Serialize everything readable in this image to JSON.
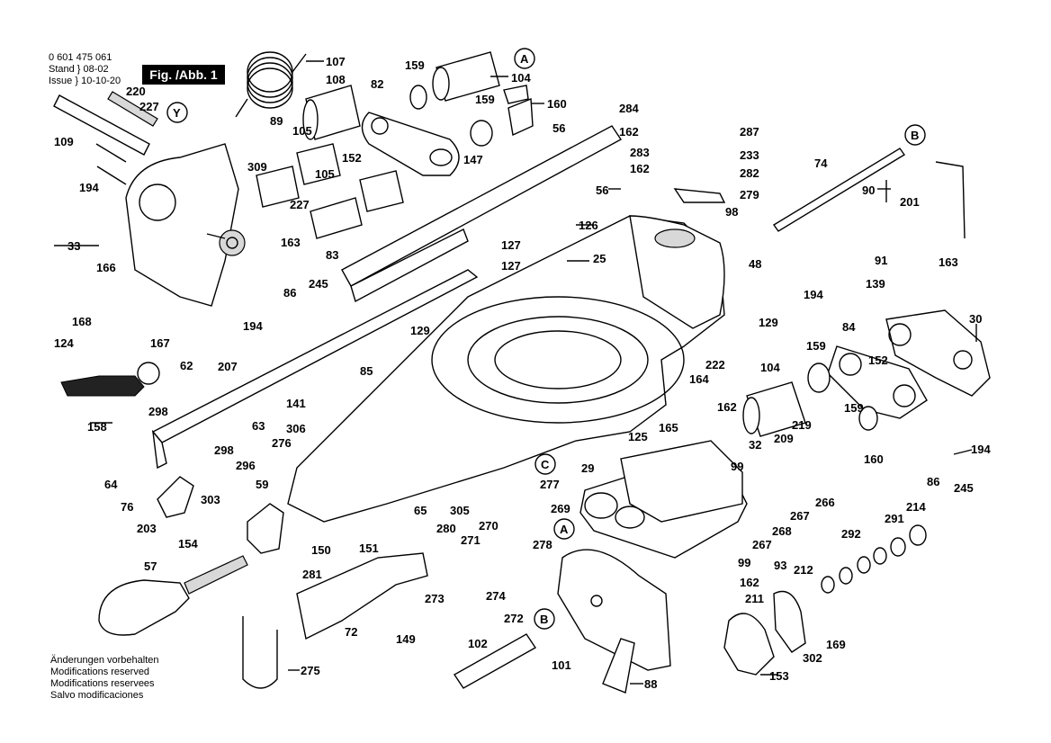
{
  "header": {
    "part_number": "0 601 475 061",
    "stand_line": "Stand } 08-02",
    "issue_line": "Issue } 10-10-20",
    "figure_label": "Fig. /Abb. 1"
  },
  "footer": {
    "line1": "Änderungen vorbehalten",
    "line2": "Modifications reserved",
    "line3": "Modifications reservees",
    "line4": "Salvo modificaciones"
  },
  "labels": {
    "l107": "107",
    "l159a": "159",
    "l104a": "104",
    "lA1": "A",
    "l220": "220",
    "l227a": "227",
    "lYa": "Y",
    "l108": "108",
    "l82": "82",
    "l159b": "159",
    "l160a": "160",
    "l89": "89",
    "l56a": "56",
    "l109": "109",
    "l105a": "105",
    "l309": "309",
    "l152a": "152",
    "l147": "147",
    "l105b": "105",
    "l56b": "56",
    "l227b": "227",
    "l194a": "194",
    "l126": "126",
    "l163a": "163",
    "l127a": "127",
    "l33": "33",
    "l83": "83",
    "l127b": "127",
    "l25": "25",
    "l166": "166",
    "l245a": "245",
    "l86a": "86",
    "l168": "168",
    "l194b": "194",
    "l167": "167",
    "l124": "124",
    "l129a": "129",
    "l207": "207",
    "l85": "85",
    "l62": "62",
    "l141": "141",
    "l158": "158",
    "l298a": "298",
    "l63": "63",
    "l306": "306",
    "l276": "276",
    "l298b": "298",
    "l296": "296",
    "l64": "64",
    "l303": "303",
    "l59": "59",
    "l76": "76",
    "l203": "203",
    "l154": "154",
    "l57": "57",
    "l65": "65",
    "l305": "305",
    "lC1": "C",
    "l277": "277",
    "l269": "269",
    "l280": "280",
    "l270": "270",
    "lA2": "A",
    "l278": "278",
    "l271": "271",
    "l150": "150",
    "l151": "151",
    "l281": "281",
    "l273": "273",
    "l274": "274",
    "l272": "272",
    "lB2": "B",
    "l72": "72",
    "l149": "149",
    "l275": "275",
    "l102": "102",
    "l101": "101",
    "l88": "88",
    "l284": "284",
    "l287": "287",
    "lB1": "B",
    "l162a": "162",
    "l283": "283",
    "l233": "233",
    "l162b": "162",
    "l282": "282",
    "l74": "74",
    "l279": "279",
    "l90": "90",
    "l201": "201",
    "l98": "98",
    "l48": "48",
    "l91": "91",
    "l163b": "163",
    "l129b": "129",
    "l139": "139",
    "l194c": "194",
    "l30": "30",
    "l84": "84",
    "l222": "222",
    "l159c": "159",
    "l152b": "152",
    "l104b": "104",
    "l164": "164",
    "l162c": "162",
    "l165": "165",
    "l219": "219",
    "l159d": "159",
    "l125": "125",
    "l209": "209",
    "l32": "32",
    "l99a": "99",
    "l160b": "160",
    "l194d": "194",
    "l29": "29",
    "l266": "266",
    "l267a": "267",
    "l267b": "267",
    "l268": "268",
    "l86b": "86",
    "l245b": "245",
    "l214": "214",
    "l291": "291",
    "l292": "292",
    "l99b": "99",
    "l93": "93",
    "l212": "212",
    "l162d": "162",
    "l211": "211",
    "l169": "169",
    "l302": "302",
    "l153": "153"
  }
}
